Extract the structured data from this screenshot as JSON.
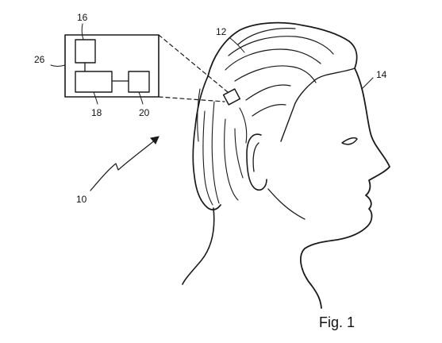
{
  "figure": {
    "caption": "Fig. 1",
    "colors": {
      "ink": "#1a1a1a",
      "background": "#ffffff"
    },
    "labels": {
      "module": "26",
      "component_a": "16",
      "component_b": "18",
      "component_c": "20",
      "hair": "12",
      "head": "14",
      "system": "10"
    }
  }
}
